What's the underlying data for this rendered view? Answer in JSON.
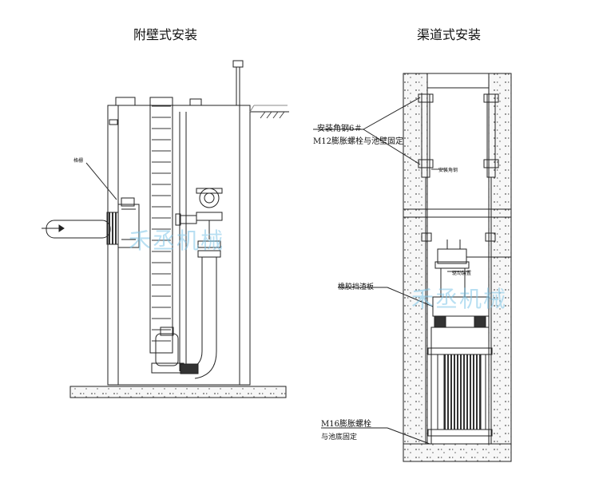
{
  "titles": {
    "left": "附壁式安装",
    "right": "渠道式安装"
  },
  "watermarks": {
    "left": "禾丞机械",
    "right": "禾丞机械"
  },
  "labels": {
    "angle_steel": "安装角钢6＃",
    "m12_bolt": "M12膨胀螺栓与池壁固定",
    "rubber_baffle": "橡胶挡渣板",
    "m16_bolt": "M16膨胀螺栓",
    "m16_fix": "与池底固定",
    "tiny_left": "格栅",
    "tiny_right_upper": "安装角钢",
    "tiny_right_mid": "驱动装置"
  },
  "colors": {
    "line": "#222222",
    "watermark": "#7fc6e8",
    "concrete": "#f4f4f4"
  }
}
